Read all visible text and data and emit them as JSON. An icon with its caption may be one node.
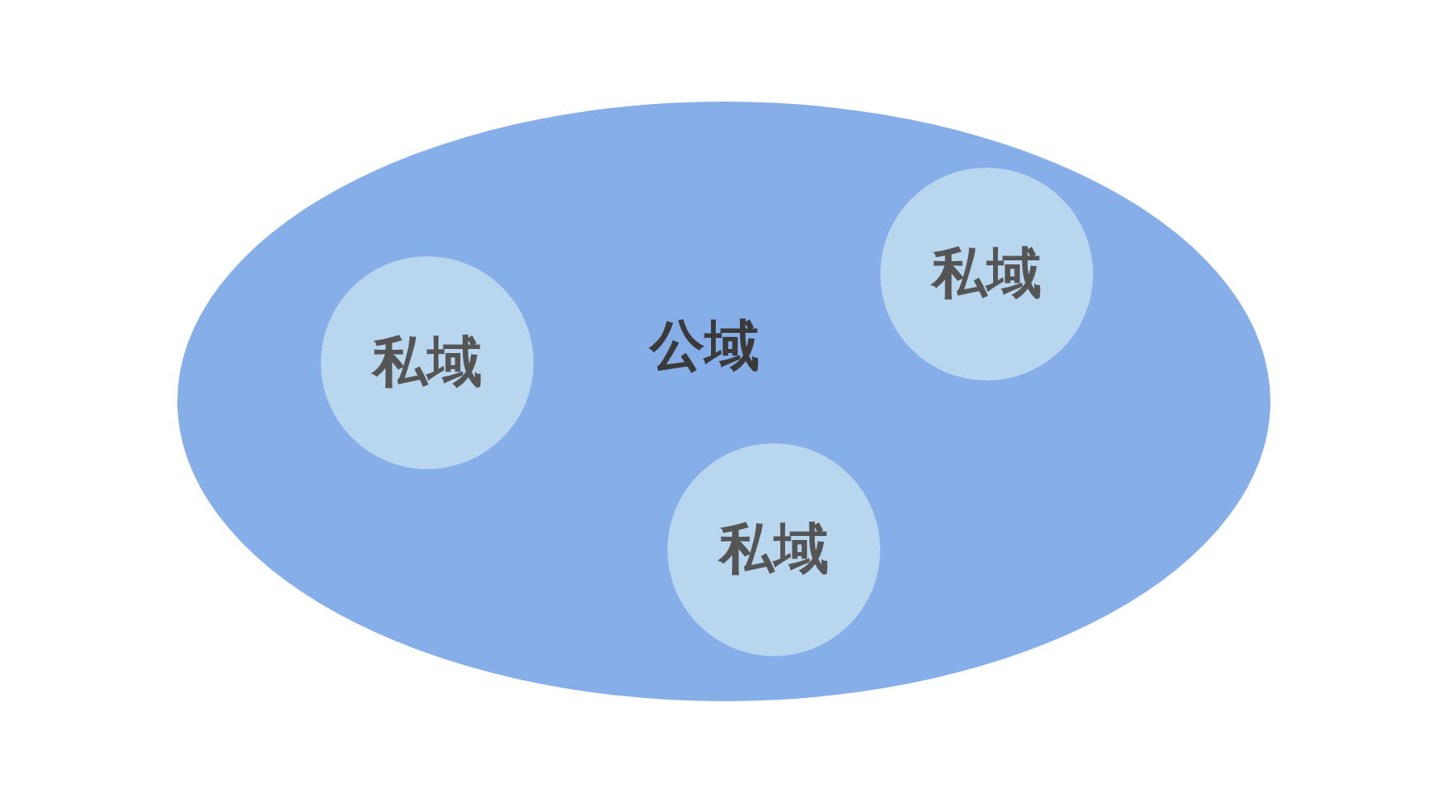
{
  "diagram": {
    "nodes": [
      {
        "text": [
          "公域"
        ]
      },
      {
        "text": [
          "私域"
        ],
        "in": 0
      },
      {
        "text": [
          "私域"
        ],
        "in": 0
      },
      {
        "text": [
          "私域"
        ],
        "in": 0
      }
    ]
  }
}
